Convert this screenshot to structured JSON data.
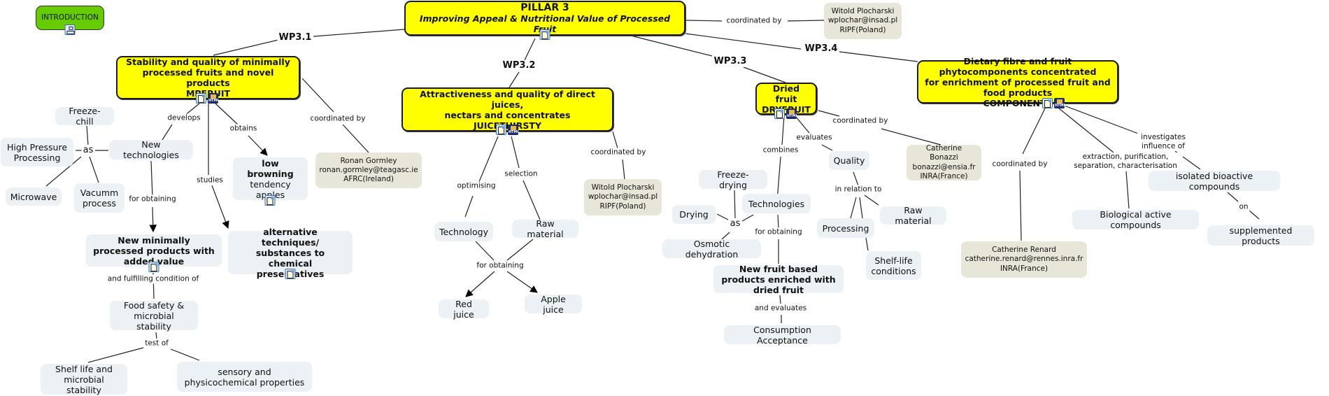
{
  "intro": {
    "label": "INTRODUCTION",
    "icon": "concept-map-icon"
  },
  "pillar": {
    "title": "PILLAR 3",
    "subtitle": "Improving Appeal & Nutritional Value of Processed Fruit",
    "coordinated_by_label": "coordinated by",
    "coordinator": {
      "name": "Witold Plocharski",
      "email": "wplochar@insad.pl",
      "org": "RIPF(Poland)"
    }
  },
  "wp_labels": [
    "WP3.1",
    "WP3.2",
    "WP3.3",
    "WP3.4"
  ],
  "wp31": {
    "title_lines": [
      "Stability and quality of minimally",
      "processed fruits and novel products",
      "MPFRUIT"
    ],
    "links": {
      "develops": "develops",
      "obtains": "obtains",
      "studies": "studies",
      "coordinated_by": "coordinated by",
      "as": "as",
      "for_obtaining": "for obtaining",
      "fulfilling": "and  fulfilling condition of",
      "test_of": "test of"
    },
    "coordinator": {
      "name": "Ronan Gormley",
      "email": "ronan.gormley@teagasc.ie",
      "org": "AFRC(Ireland)"
    },
    "new_technologies": "New technologies",
    "techniques": [
      "Freeze-chill",
      "High Pressure Processing",
      "Microwave",
      "Vacumm process"
    ],
    "low_browning": {
      "bold": "low browning",
      "rest": "tendency apples"
    },
    "new_products": "New minimally processed products with added value",
    "alternatives": "alternative techniques/ substances to chemical preservatives",
    "food_safety": "Food safety & microbial stability",
    "shelf_life": "Shelf life and microbial stability",
    "sensory": "sensory and physicochemical properties"
  },
  "wp32": {
    "title_lines": [
      "Attractiveness and quality of direct juices,",
      "nectars and concentrates",
      "JUICETHIRSTY"
    ],
    "links": {
      "optimising": "optimising",
      "selection": "selection",
      "for_obtaining": "for obtaining",
      "coordinated_by": "coordinated by"
    },
    "coordinator": {
      "name": "Witold Plocharski",
      "email": "wplochar@insad.pl",
      "org": "RIPF(Poland)"
    },
    "technology": "Technology",
    "raw_material": "Raw material",
    "red_juice": "Red juice",
    "apple_juice": "Apple juice"
  },
  "wp33": {
    "title_lines": [
      "Dried fruit",
      "DRYFRUIT"
    ],
    "links": {
      "combines": "combines",
      "evaluates": "evaluates",
      "coordinated_by": "coordinated by",
      "as": "as",
      "for_obtaining": "for obtaining",
      "in_relation_to": "in relation to",
      "and_evaluates": "and evaluates"
    },
    "coordinator": {
      "name": "Catherine Bonazzi",
      "email": "bonazzi@ensia.fr",
      "org": "INRA(France)"
    },
    "technologies": "Technologies",
    "freeze_drying": "Freeze-drying",
    "drying": "Drying",
    "osmotic": "Osmotic dehydration",
    "quality": "Quality",
    "processing": "Processing",
    "raw_material": "Raw material",
    "shelf_life": "Shelf-life conditions",
    "new_products": "New fruit based products enriched with dried fruit",
    "consumption": "Consumption Acceptance"
  },
  "wp34": {
    "title_lines": [
      "Dietary fibre and fruit phytocomponents concentrated",
      "for enrichment of processed fruit and food products",
      "COMPONENTS"
    ],
    "links": {
      "coordinated_by": "coordinated by",
      "extraction": "extraction, purification, separation, characterisation",
      "investigates": "investigates influence of",
      "on": "on"
    },
    "coordinator": {
      "name": "Catherine Renard",
      "email": "catherine.renard@rennes.inra.fr",
      "org": "INRA(France)"
    },
    "biological": "Biological active compounds",
    "isolated": "isolated bioactive compounds",
    "supplemented": "supplemented products"
  },
  "colors": {
    "wp_fill": "#ffff00",
    "concept_fill": "#ebf1f4",
    "person_fill": "#e8e6d8",
    "intro_fill": "#66cc00"
  }
}
